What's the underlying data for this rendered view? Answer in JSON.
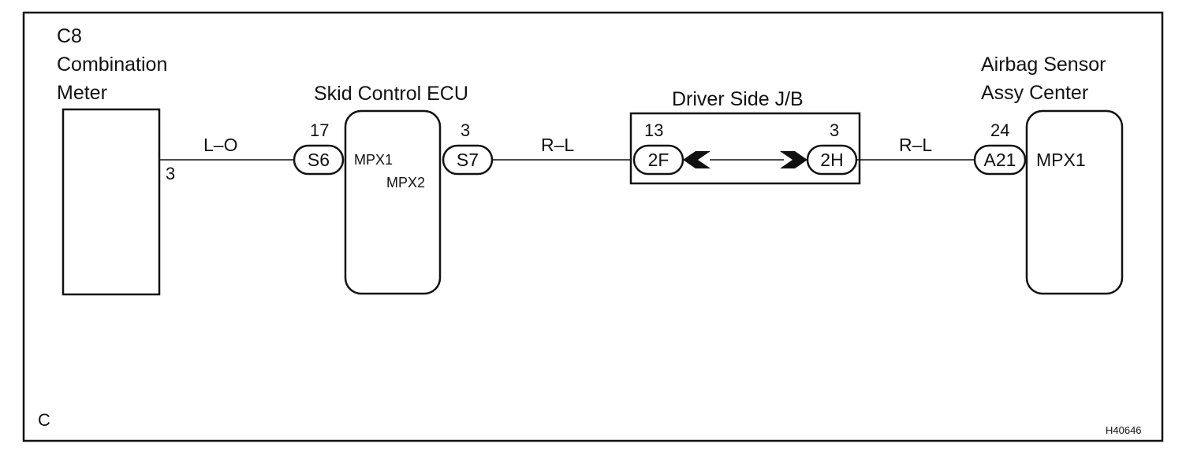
{
  "diagram": {
    "frame_letter": "C",
    "figure_code": "H40646",
    "components": {
      "combination_meter": {
        "code": "C8",
        "name_line1": "Combination",
        "name_line2": "Meter",
        "pin": "3"
      },
      "skid_control_ecu": {
        "name": "Skid Control ECU",
        "terminal_left": "MPX1",
        "terminal_right": "MPX2",
        "connector_left": {
          "id": "S6",
          "pin": "17"
        },
        "connector_right": {
          "id": "S7",
          "pin": "3"
        }
      },
      "driver_side_jb": {
        "name": "Driver Side J/B",
        "connector_left": {
          "id": "2F",
          "pin": "13"
        },
        "connector_right": {
          "id": "2H",
          "pin": "3"
        }
      },
      "airbag_sensor": {
        "name_line1": "Airbag Sensor",
        "name_line2": "Assy Center",
        "terminal": "MPX1",
        "connector": {
          "id": "A21",
          "pin": "24"
        }
      }
    },
    "wires": [
      {
        "color": "L–O"
      },
      {
        "color": "R–L"
      },
      {
        "color": "R–L"
      }
    ]
  }
}
